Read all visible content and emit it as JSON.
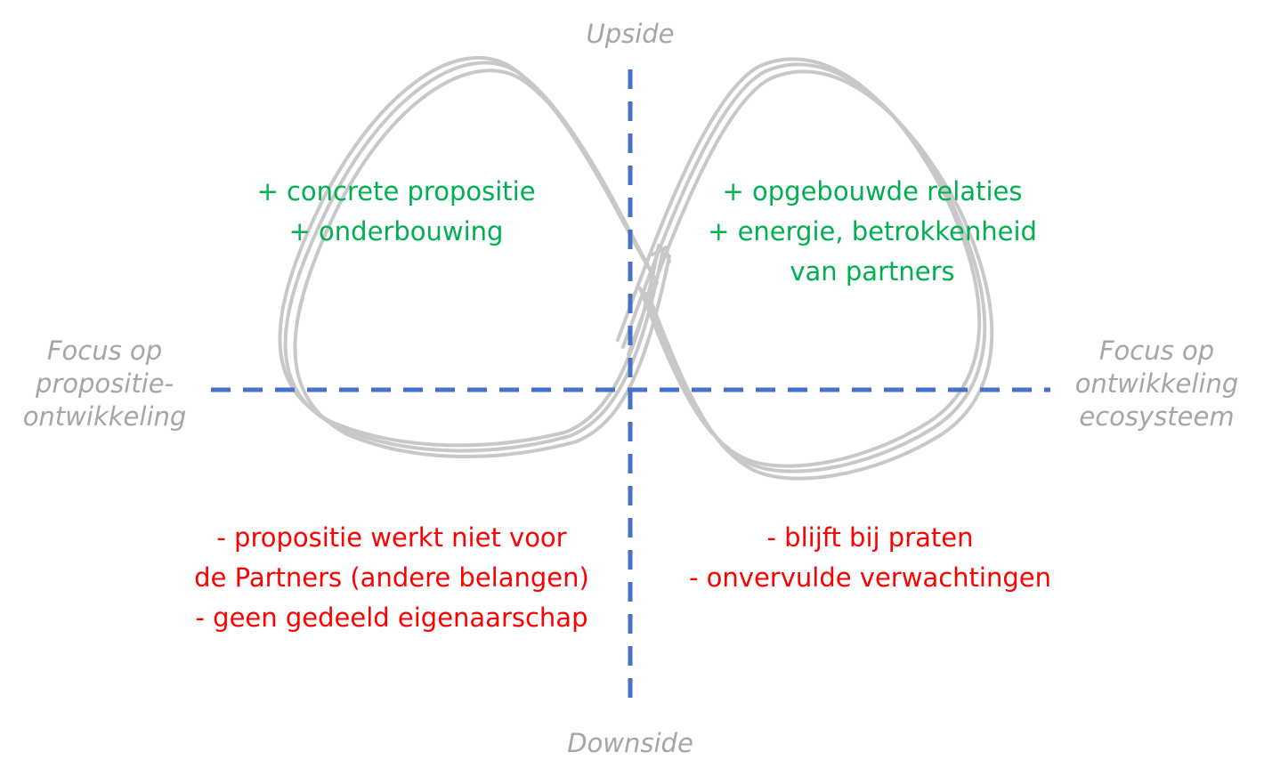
{
  "axes": {
    "top": "Upside",
    "bottom": "Downside",
    "left": [
      "Focus op",
      "propositie-",
      "ontwikkeling"
    ],
    "right": [
      "Focus op",
      "ontwikkeling",
      "ecosysteem"
    ]
  },
  "quadrants": {
    "top_left": [
      "+ concrete propositie",
      "+ onderbouwing"
    ],
    "top_right": [
      "+ opgebouwde relaties",
      "+ energie, betrokkenheid",
      "van partners"
    ],
    "bottom_left": [
      "- propositie werkt niet voor",
      "de Partners (andere belangen)",
      "- geen gedeeld eigenaarschap"
    ],
    "bottom_right": [
      "- blijft bij praten",
      "- onvervulde verwachtingen"
    ]
  },
  "colors": {
    "axis_line": "#4472c4",
    "loop": "#c8c8c8",
    "axis_text": "#a6a6a6",
    "positive": "#00b050",
    "negative": "#ff0000"
  }
}
